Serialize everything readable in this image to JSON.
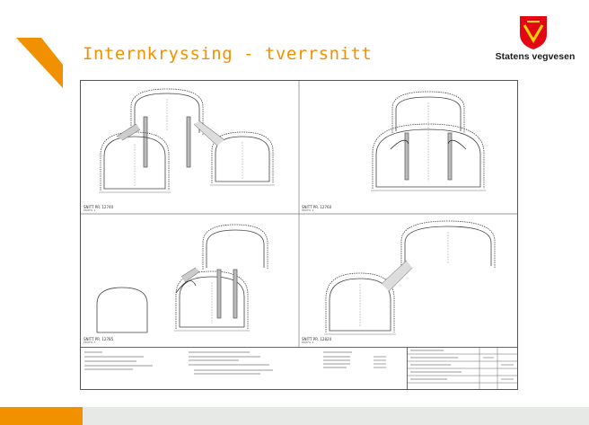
{
  "slide": {
    "title": "Internkryssing - tverrsnitt"
  },
  "logo": {
    "text": "Statens vegvesen"
  },
  "colors": {
    "accent": "#f29100",
    "title": "#f29100",
    "logo_red": "#e30613",
    "logo_yellow": "#ffd200",
    "footer": "#e7e9e6"
  },
  "drawing": {
    "sections": [
      {
        "label": "SNITT PR. 12740",
        "sub": "PROFIL 1"
      },
      {
        "label": "SNITT PR. 12760",
        "sub": "PROFIL 2"
      },
      {
        "label": "SNITT PR. 12785",
        "sub": "PROFIL 3"
      },
      {
        "label": "SNITT PR. 12820",
        "sub": "PROFIL 4"
      }
    ]
  }
}
